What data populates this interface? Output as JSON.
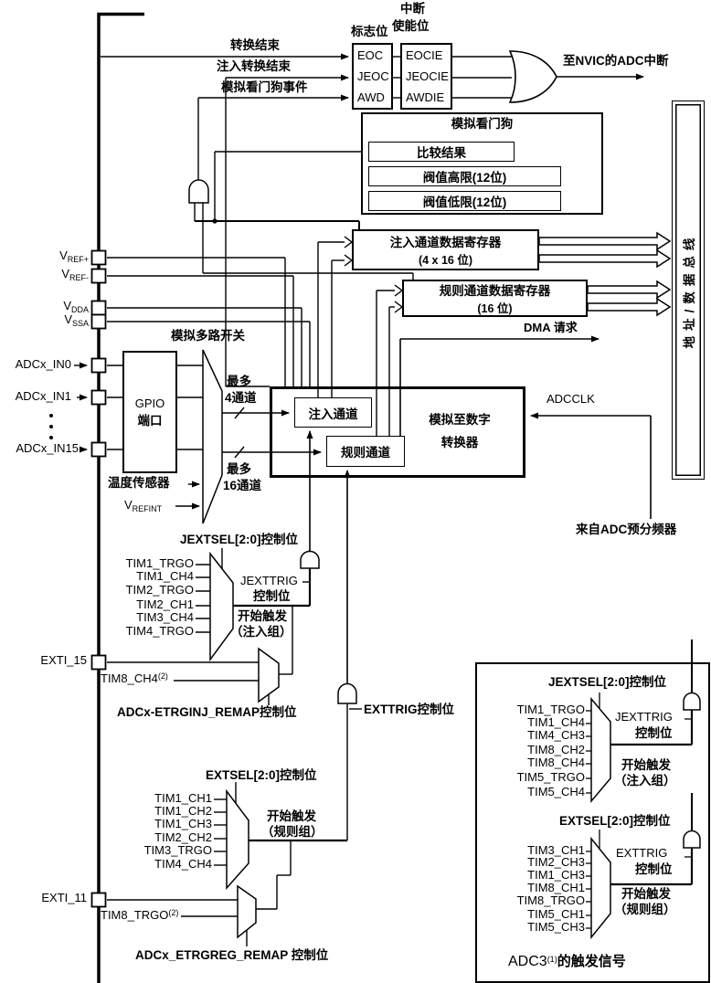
{
  "flags": {
    "title": "标志位",
    "eoc": "EOC",
    "jeoc": "JEOC",
    "awd": "AWD"
  },
  "enables": {
    "title1": "中断",
    "title2": "使能位",
    "eocie": "EOCIE",
    "jeocie": "JEOCIE",
    "awdie": "AWDIE"
  },
  "signals": {
    "eoc": "转换结束",
    "jeoc": "注入转换结束",
    "awd": "模拟看门狗事件",
    "nvic": "至NVIC的ADC中断"
  },
  "watchdog": {
    "title": "模拟看门狗",
    "compare": "比较结果",
    "high": "阀值高限(12位)",
    "low": "阀值低限(12位)"
  },
  "registers": {
    "inj1": "注入通道数据寄存器",
    "inj2": "(4 x 16 位)",
    "reg1": "规则通道数据寄存器",
    "reg2": "(16 位)",
    "dma": "DMA 请求"
  },
  "bus": {
    "label": "地址/数据总线"
  },
  "pins": {
    "vrefp": {
      "m": "V",
      "s": "REF+"
    },
    "vrefm": {
      "m": "V",
      "s": "REF-"
    },
    "vdda": {
      "m": "V",
      "s": "DDA"
    },
    "vssa": {
      "m": "V",
      "s": "SSA"
    },
    "in0": "ADCx_IN0",
    "in1": "ADCx_IN1",
    "in15": "ADCx_IN15",
    "exti15": "EXTI_15",
    "exti11": "EXTI_11"
  },
  "gpio": {
    "l1": "GPIO",
    "l2": "端口"
  },
  "mux": {
    "label": "模拟多路开关",
    "c4a": "最多",
    "c4b": "4通道",
    "c16a": "最多",
    "c16b": "16通道"
  },
  "sensors": {
    "temp": "温度传感器",
    "vrefint": {
      "m": "V",
      "s": "REFINT"
    }
  },
  "adc": {
    "inj": "注入通道",
    "reg": "规则通道",
    "conv1": "模拟至数字",
    "conv2": "转换器",
    "adcclk": "ADCCLK",
    "presc": "来自ADC预分频器"
  },
  "inj_trig": {
    "sel": "JEXTSEL[2:0]控制位",
    "inputs": [
      "TIM1_TRGO",
      "TIM1_CH4",
      "TIM2_TRGO",
      "TIM2_CH1",
      "TIM3_CH4",
      "TIM4_TRGO"
    ],
    "gate1": "JEXTTRIG",
    "gate2": "控制位",
    "start1": "开始触发",
    "start2": "（注入组）",
    "remap": {
      "m": "TIM8_CH4",
      "s": "(2)"
    },
    "remap_label": "ADCx-ETRGINJ_REMAP控制位"
  },
  "reg_trig": {
    "sel": "EXTSEL[2:0]控制位",
    "inputs": [
      "TIM1_CH1",
      "TIM1_CH2",
      "TIM1_CH3",
      "TIM2_CH2",
      "TIM3_TRGO",
      "TIM4_CH4"
    ],
    "gate": "EXTTRIG控制位",
    "start1": "开始触发",
    "start2": "（规则组）",
    "remap": {
      "m": "TIM8_TRGO",
      "s": "(2)"
    },
    "remap_label": "ADCx_ETRGREG_REMAP 控制位"
  },
  "adc3": {
    "inj": {
      "sel": "JEXTSEL[2:0]控制位",
      "inputs": [
        "TIM1_TRGO",
        "TIM1_CH4",
        "TIM4_CH3",
        "TIM8_CH2",
        "TIM8_CH4",
        "TIM5_TRGO",
        "TIM5_CH4"
      ],
      "gate1": "JEXTTRIG",
      "gate2": "控制位",
      "start1": "开始触发",
      "start2": "（注入组）"
    },
    "reg": {
      "sel": "EXTSEL[2:0]控制位",
      "inputs": [
        "TIM3_CH1",
        "TIM2_CH3",
        "TIM1_CH3",
        "TIM8_CH1",
        "TIM8_TRGO",
        "TIM5_CH1",
        "TIM5_CH3"
      ],
      "gate1": "EXTTRIG",
      "gate2": "控制位",
      "start1": "开始触发",
      "start2": "（规则组）"
    },
    "caption": {
      "m": "ADC3",
      "s": "(1)",
      "t": "的触发信号"
    }
  }
}
